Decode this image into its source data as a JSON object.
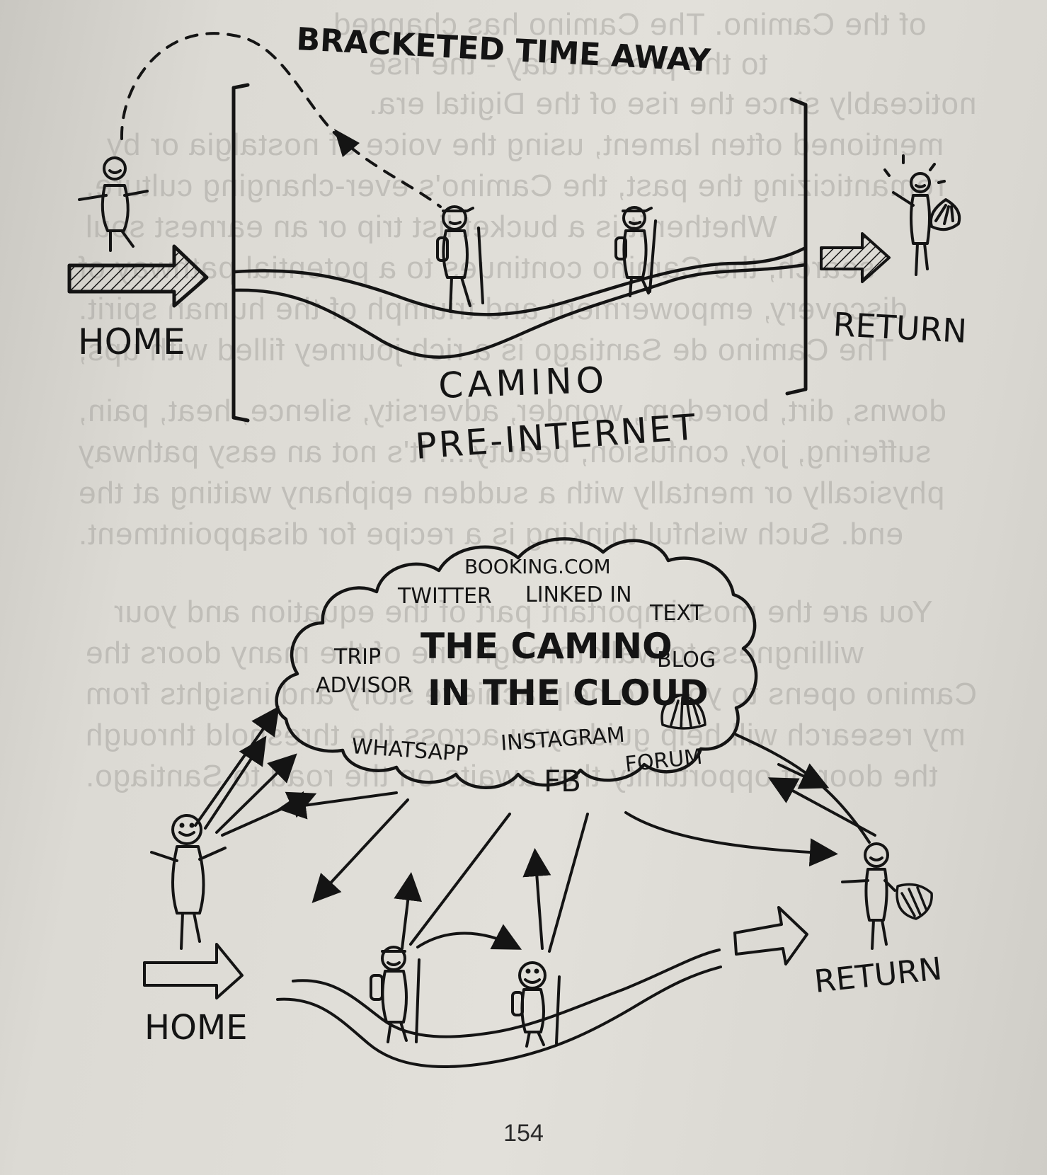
{
  "diagram_top": {
    "title": "BRACKETED TIME AWAY",
    "start_label": "HOME",
    "middle_label_line1": "CAMINO",
    "middle_label_line2": "PRE-INTERNET",
    "end_label": "RETURN"
  },
  "diagram_bottom": {
    "cloud_title_line1": "THE CAMINO",
    "cloud_title_line2": "IN THE CLOUD",
    "cloud_labels": {
      "booking": "BOOKING.COM",
      "twitter": "TWITTER",
      "linkedin": "LINKED IN",
      "text": "TEXT",
      "trip_line1": "TRIP",
      "trip_line2": "ADVISOR",
      "blog": "BLOG",
      "whatsapp": "WHATSAPP",
      "instagram": "INSTAGRAM",
      "fb": "FB",
      "forum": "FORUM"
    },
    "start_label": "HOME",
    "end_label": "RETURN"
  },
  "page_number": "154",
  "ink_color": "#141414",
  "paper_color": "#e0ded8"
}
